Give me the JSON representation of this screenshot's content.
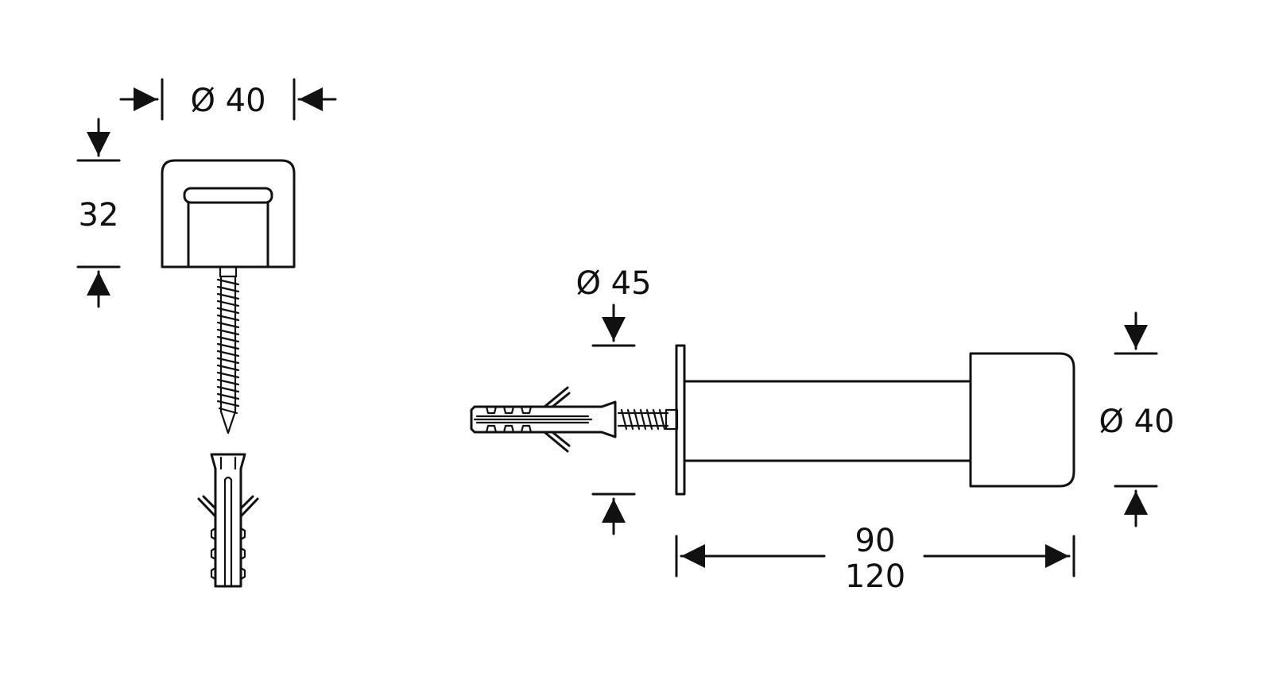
{
  "top_view": {
    "diameter_label": "Ø 40",
    "height_label": "32"
  },
  "side_view": {
    "base_diameter_label": "Ø 45",
    "head_diameter_label": "Ø 40",
    "length_label_short": "90",
    "length_label_long": "120"
  },
  "colors": {
    "line": "#111111",
    "background": "#ffffff"
  }
}
